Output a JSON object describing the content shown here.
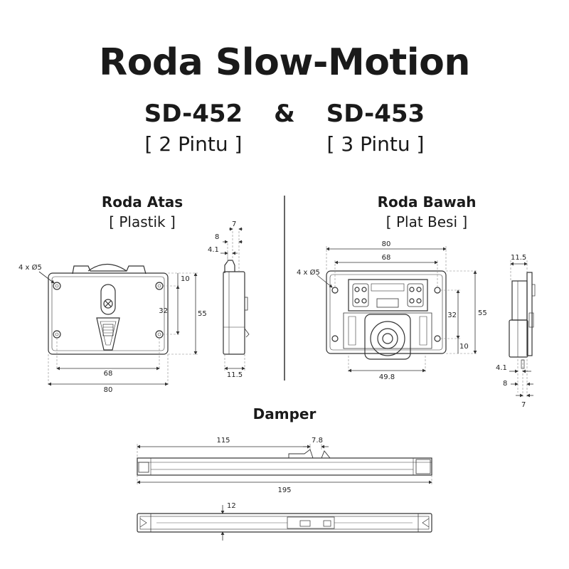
{
  "header": {
    "title": "Roda Slow-Motion",
    "model_left": "SD-452",
    "ampersand": "&",
    "model_right": "SD-453",
    "count_left": "[ 2 Pintu ]",
    "count_right": "[ 3 Pintu ]"
  },
  "upper_wheel": {
    "title": "Roda Atas",
    "material": "[ Plastik ]",
    "holes": "4 x Ø5",
    "dims": {
      "width": "80",
      "hole_spacing": "68",
      "height": "55",
      "hole_vertical": "32",
      "hole_offset": "10",
      "side_top": "7",
      "side_8": "8",
      "side_4_1": "4.1",
      "side_thickness": "11.5"
    }
  },
  "lower_wheel": {
    "title": "Roda Bawah",
    "material": "[ Plat Besi ]",
    "holes": "4 x Ø5",
    "dims": {
      "width": "80",
      "hole_spacing": "68",
      "height": "55",
      "hole_vertical": "32",
      "hole_offset": "10",
      "wheel_width": "49.8",
      "side_thickness": "11.5",
      "side_4_1": "4.1",
      "side_8": "8",
      "side_7": "7"
    }
  },
  "damper": {
    "title": "Damper",
    "dims": {
      "length_115": "115",
      "gap": "7.8",
      "total": "195",
      "height": "12"
    }
  },
  "colors": {
    "ink": "#1a1a1a",
    "line": "#444444",
    "dash": "#888888"
  }
}
